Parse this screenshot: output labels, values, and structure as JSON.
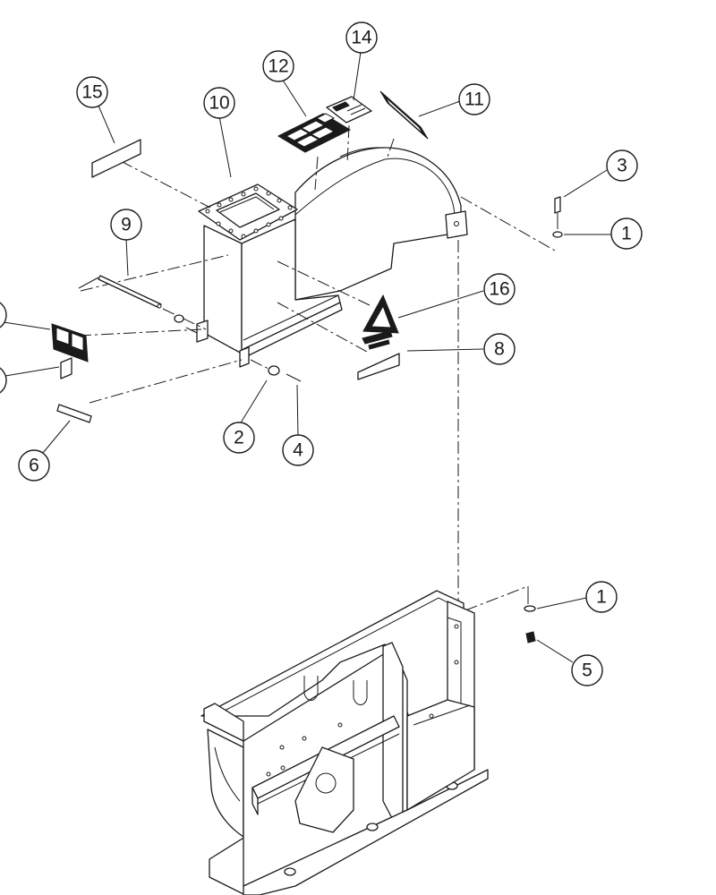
{
  "diagram": {
    "balloons": [
      {
        "id": "b15",
        "label": "15"
      },
      {
        "id": "b10",
        "label": "10"
      },
      {
        "id": "b12",
        "label": "12"
      },
      {
        "id": "b14",
        "label": "14"
      },
      {
        "id": "b11",
        "label": "11"
      },
      {
        "id": "b3",
        "label": "3"
      },
      {
        "id": "b1-top",
        "label": "1"
      },
      {
        "id": "b9",
        "label": "9"
      },
      {
        "id": "b16",
        "label": "16"
      },
      {
        "id": "b8",
        "label": "8"
      },
      {
        "id": "b2",
        "label": "2"
      },
      {
        "id": "b4",
        "label": "4"
      },
      {
        "id": "b6",
        "label": "6"
      },
      {
        "id": "b1-bottom",
        "label": "1"
      },
      {
        "id": "b5",
        "label": "5"
      }
    ]
  }
}
